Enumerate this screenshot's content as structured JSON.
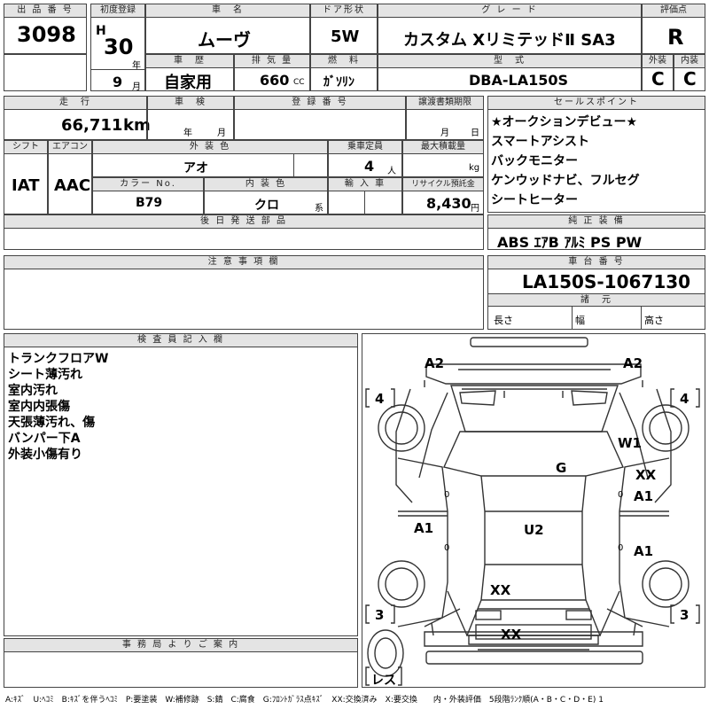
{
  "header": {
    "lot_label": "出 品 番 号",
    "lot": "3098",
    "reg_label": "初度登録",
    "era": "H",
    "reg_year": "30",
    "year_unit": "年",
    "reg_month": "9",
    "month_unit": "月",
    "name_label": "車　名",
    "name": "ムーヴ",
    "door_label": "ドア形状",
    "door": "5W",
    "grade_label": "グ レ ー ド",
    "grade": "カスタム XリミテッドⅡ SA3",
    "score_label": "評価点",
    "score": "R",
    "history_label": "車　歴",
    "history": "自家用",
    "disp_label": "排 気 量",
    "disp": "660",
    "disp_unit": "CC",
    "fuel_label": "燃　料",
    "fuel": "ｶﾞｿﾘﾝ",
    "model_label": "型　式",
    "model": "DBA-LA150S",
    "ext_label": "外装",
    "int_label": "内装",
    "ext_score": "C",
    "int_score": "C"
  },
  "row2": {
    "mileage_label": "走　行",
    "mileage": "66,711",
    "mileage_unit": "km",
    "inspection_label": "車　検",
    "insp_year_unit": "年",
    "insp_month_unit": "月",
    "regno_label": "登 録 番 号",
    "transfer_label": "譲渡書類期限",
    "transfer_month_unit": "月",
    "transfer_day_unit": "日"
  },
  "row3": {
    "shift_label": "シフト",
    "shift": "IAT",
    "ac_label": "エアコン",
    "ac": "AAC",
    "color_label": "外 装 色",
    "color": "アオ",
    "capacity_label": "乗車定員",
    "capacity": "4",
    "capacity_unit": "人",
    "load_label": "最大積載量",
    "load_unit": "kg",
    "colorno_label": "カラー No.",
    "colorno": "B79",
    "interior_label": "内 装 色",
    "interior": "クロ",
    "interior_unit": "系",
    "import_label": "輸 入 車",
    "recycle_label": "リサイクル預託金",
    "recycle": "8,430",
    "recycle_unit": "円"
  },
  "later_label": "後 日 発 送 部 品",
  "selling_points": {
    "label": "セールスポイント",
    "items": [
      "★オークションデビュー★",
      "スマートアシスト",
      "バックモニター",
      "ケンウッドナビ、フルセグ",
      "シートヒーター"
    ]
  },
  "equipment": {
    "label": "純 正 装 備",
    "value": "ABS ｴｱB ｱﾙﾐ PS PW"
  },
  "caution_label": "注 意 事 項 欄",
  "chassis": {
    "label": "車 台 番 号",
    "value": "LA150S-1067130",
    "spec_label": "諸　元",
    "length_label": "長さ",
    "width_label": "幅",
    "height_label": "高さ"
  },
  "inspector": {
    "label": "検 査 員 記 入 欄",
    "notes": [
      "トランクフロアW",
      "シート薄汚れ",
      "室内汚れ",
      "室内内張傷",
      "天張薄汚れ、傷",
      "バンパー下A",
      "外装小傷有り"
    ]
  },
  "office_label": "事 務 局 よ り ご 案 内",
  "diagram": {
    "labels": [
      "A2",
      "A2",
      "W1",
      "G",
      "XX",
      "A1",
      "A1",
      "U2",
      "A1",
      "XX",
      "XX"
    ],
    "tires": [
      "4",
      "4",
      "3",
      "3"
    ],
    "tread": [
      "0",
      "0",
      "0",
      "0"
    ],
    "spare": "レス"
  },
  "legend": "A:ｷｽﾞ　U:ﾍｺﾐ　B:ｷｽﾞを伴うﾍｺﾐ　P:要塗装　W:補修跡　S:錆　C:腐食　G:ﾌﾛﾝﾄｶﾞﾗｽ点ｷｽﾞ　XX:交換済み　X:要交換　　内・外装評価　5段階ﾗﾝｸ順(A・B・C・D・E) 1"
}
